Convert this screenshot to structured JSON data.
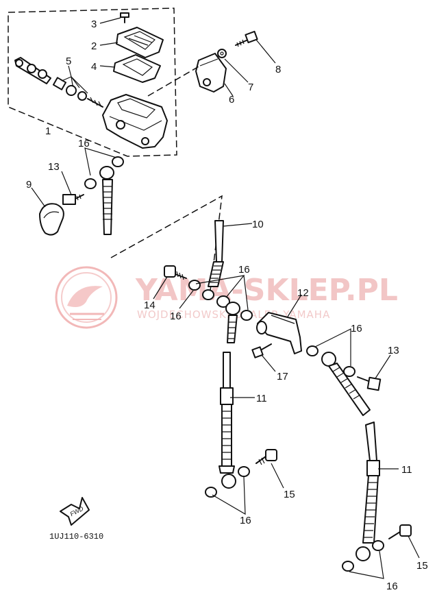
{
  "diagram": {
    "code": "1UJ110-6310",
    "fwd_text": "FWD",
    "watermark": {
      "main": "YAMA-SKLEP.PL",
      "sub": "WOJDECHOWSKI DEALER YAMAHA"
    },
    "labels": {
      "l1": "1",
      "l2": "2",
      "l3": "3",
      "l4": "4",
      "l5": "5",
      "l6": "6",
      "l7": "7",
      "l8": "8",
      "l9": "9",
      "l10": "10",
      "l11a": "11",
      "l11b": "11",
      "l12": "12",
      "l13a": "13",
      "l13b": "13",
      "l14": "14",
      "l15a": "15",
      "l15b": "15",
      "l16a": "16",
      "l16b": "16",
      "l16c": "16",
      "l16d": "16",
      "l16e": "16",
      "l16f": "16",
      "l17": "17"
    }
  }
}
